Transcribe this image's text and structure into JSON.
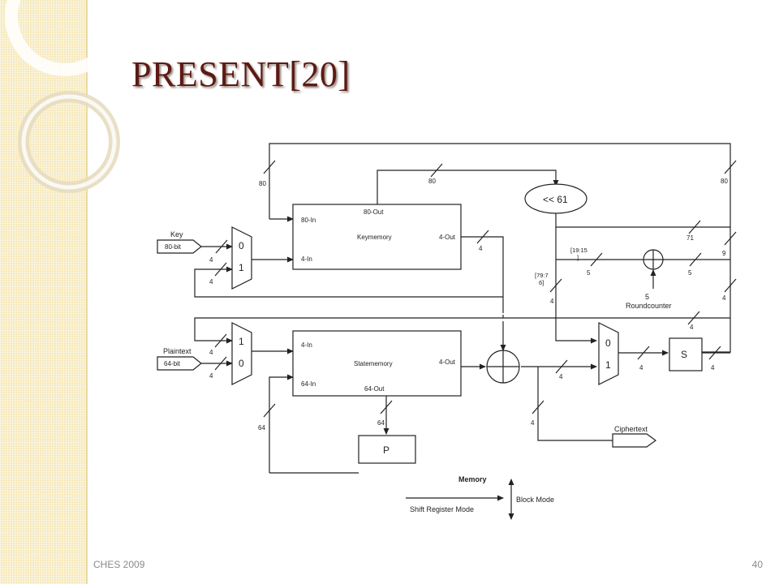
{
  "slide": {
    "title": "PRESENT[20]",
    "footer_left": "CHES 2009",
    "page_number": "40"
  },
  "colors": {
    "band": "#f6e9bb",
    "title": "#5c1a13",
    "ink": "#222222"
  },
  "diagram": {
    "inputs": {
      "key_label": "Key",
      "key_width": "80-bit",
      "plaintext_label": "Plaintext",
      "plaintext_width": "64-bit"
    },
    "key_mux": {
      "top": "0",
      "bottom": "1"
    },
    "state_mux": {
      "top": "1",
      "bottom": "0"
    },
    "out_mux": {
      "top": "0",
      "bottom": "1"
    },
    "keymemory": {
      "name": "Keymemory",
      "in_top": "80-In",
      "in_bot": "4-In",
      "out_top": "80-Out",
      "out_right": "4-Out"
    },
    "statememory": {
      "name": "Statememory",
      "in_top": "4-In",
      "in_bot": "64-In",
      "out_bot": "64-Out",
      "out_right": "4-Out"
    },
    "rotate": "<< 61",
    "sbox": "S",
    "perm": "P",
    "output_label": "Ciphertext",
    "roundcounter": "Roundcounter",
    "rc_width": "5",
    "slice_1915_a": "[19:15",
    "slice_1915_b": "]",
    "slice_797_a": "[79:7",
    "slice_797_b": "6]",
    "widths": {
      "top_loop": "80",
      "rot_in": "80",
      "right_top": "80",
      "key_in": "4",
      "key_fb": "4",
      "km_out": "4",
      "w71": "71",
      "w5a": "5",
      "w5b": "5",
      "w9": "9",
      "w4_slice": "4",
      "w4_rc": "4",
      "w4_s_back": "4",
      "pt_in": "4",
      "pt_fb": "4",
      "sm_fb": "64",
      "p_in": "64",
      "xor_out": "4",
      "mux_out": "4",
      "s_out": "4",
      "ct_out": "4"
    },
    "legend": {
      "title": "Memory",
      "shift_mode": "Shift Register Mode",
      "block_mode": "Block Mode"
    }
  }
}
